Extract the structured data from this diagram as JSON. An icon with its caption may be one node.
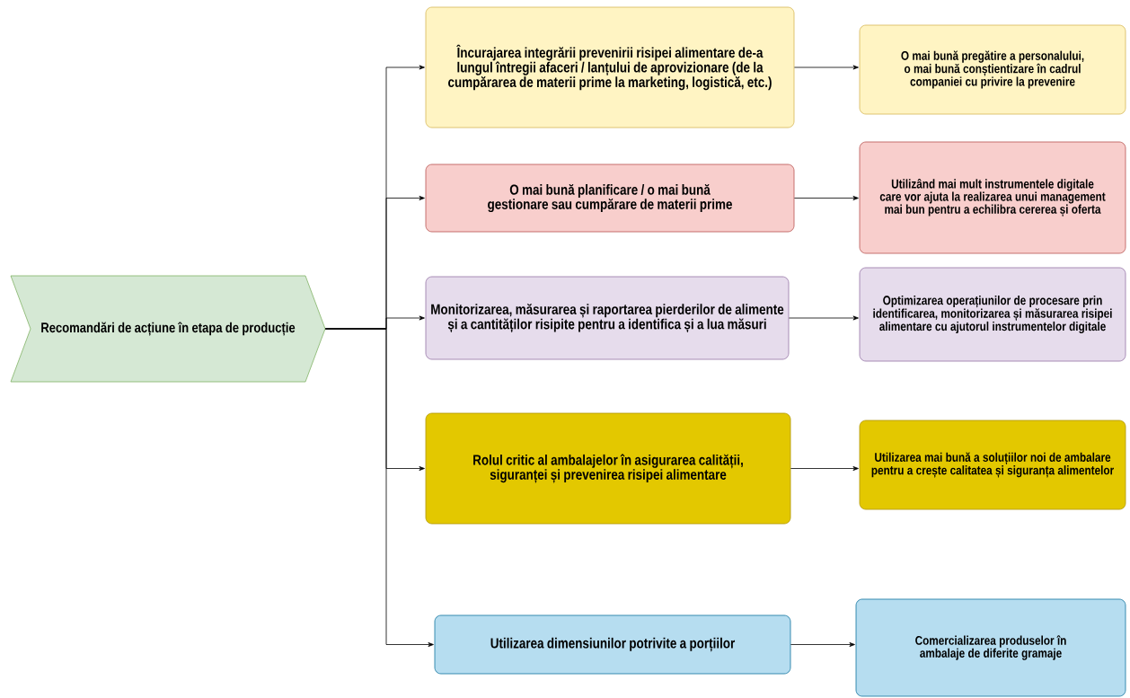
{
  "diagram": {
    "nodes": [
      {
        "text": [
          "Recomandări de acțiune în etapa de producție"
        ]
      },
      {
        "text": [
          "Încurajarea integrării prevenirii risipei alimentare de-a lungul întregii afaceri / lanțului de aprovizionare (de la cumpărarea de materii prime la marketing, logistică, etc.)"
        ]
      },
      {
        "text": [
          "O mai bună planificare / o mai bună gestionare sau cumpărare de materii prime"
        ]
      },
      {
        "text": [
          "Monitorizarea, măsurarea și raportarea pierderilor de alimente și a cantităților risipite pentru a identifica și a lua măsuri"
        ]
      },
      {
        "text": [
          "Rolul critic al ambalajelor în asigurarea calității, siguranței și prevenirea risipei alimentare"
        ]
      },
      {
        "text": [
          "Utilizarea dimensiunilor potrivite a porțiilor"
        ]
      },
      {
        "text": [
          "O mai bună pregătire a personalului, o mai bună conștientizare în cadrul companiei cu privire la prevenire"
        ]
      },
      {
        "text": [
          "Utilizând mai mult instrumentele digitale care vor ajuta la realizarea unui management mai bun pentru a echilibra cererea și oferta"
        ]
      },
      {
        "text": [
          "Optimizarea operațiunilor de procesare prin identificarea, monitorizarea și măsurarea risipei alimentare cu ajutorul instrumentelor digitale"
        ]
      },
      {
        "text": [
          "Utilizarea mai bună a soluțiilor noi de ambalare pentru a crește calitatea și siguranța alimentelor"
        ]
      },
      {
        "text": [
          "Comercializarea produselor în ambalaje de diferite gramaje"
        ]
      }
    ],
    "edges": [
      {
        "from": 0,
        "to": 1,
        "arrow": "to"
      },
      {
        "from": 0,
        "to": 2,
        "arrow": "to"
      },
      {
        "from": 0,
        "to": 3,
        "arrow": "to"
      },
      {
        "from": 0,
        "to": 4,
        "arrow": "to"
      },
      {
        "from": 0,
        "to": 5,
        "arrow": "to"
      },
      {
        "from": 1,
        "to": 6,
        "arrow": "to"
      },
      {
        "from": 2,
        "to": 7,
        "arrow": "to"
      },
      {
        "from": 3,
        "to": 8,
        "arrow": "to"
      },
      {
        "from": 4,
        "to": 9,
        "arrow": "to"
      },
      {
        "from": 5,
        "to": 10,
        "arrow": "to"
      }
    ]
  }
}
